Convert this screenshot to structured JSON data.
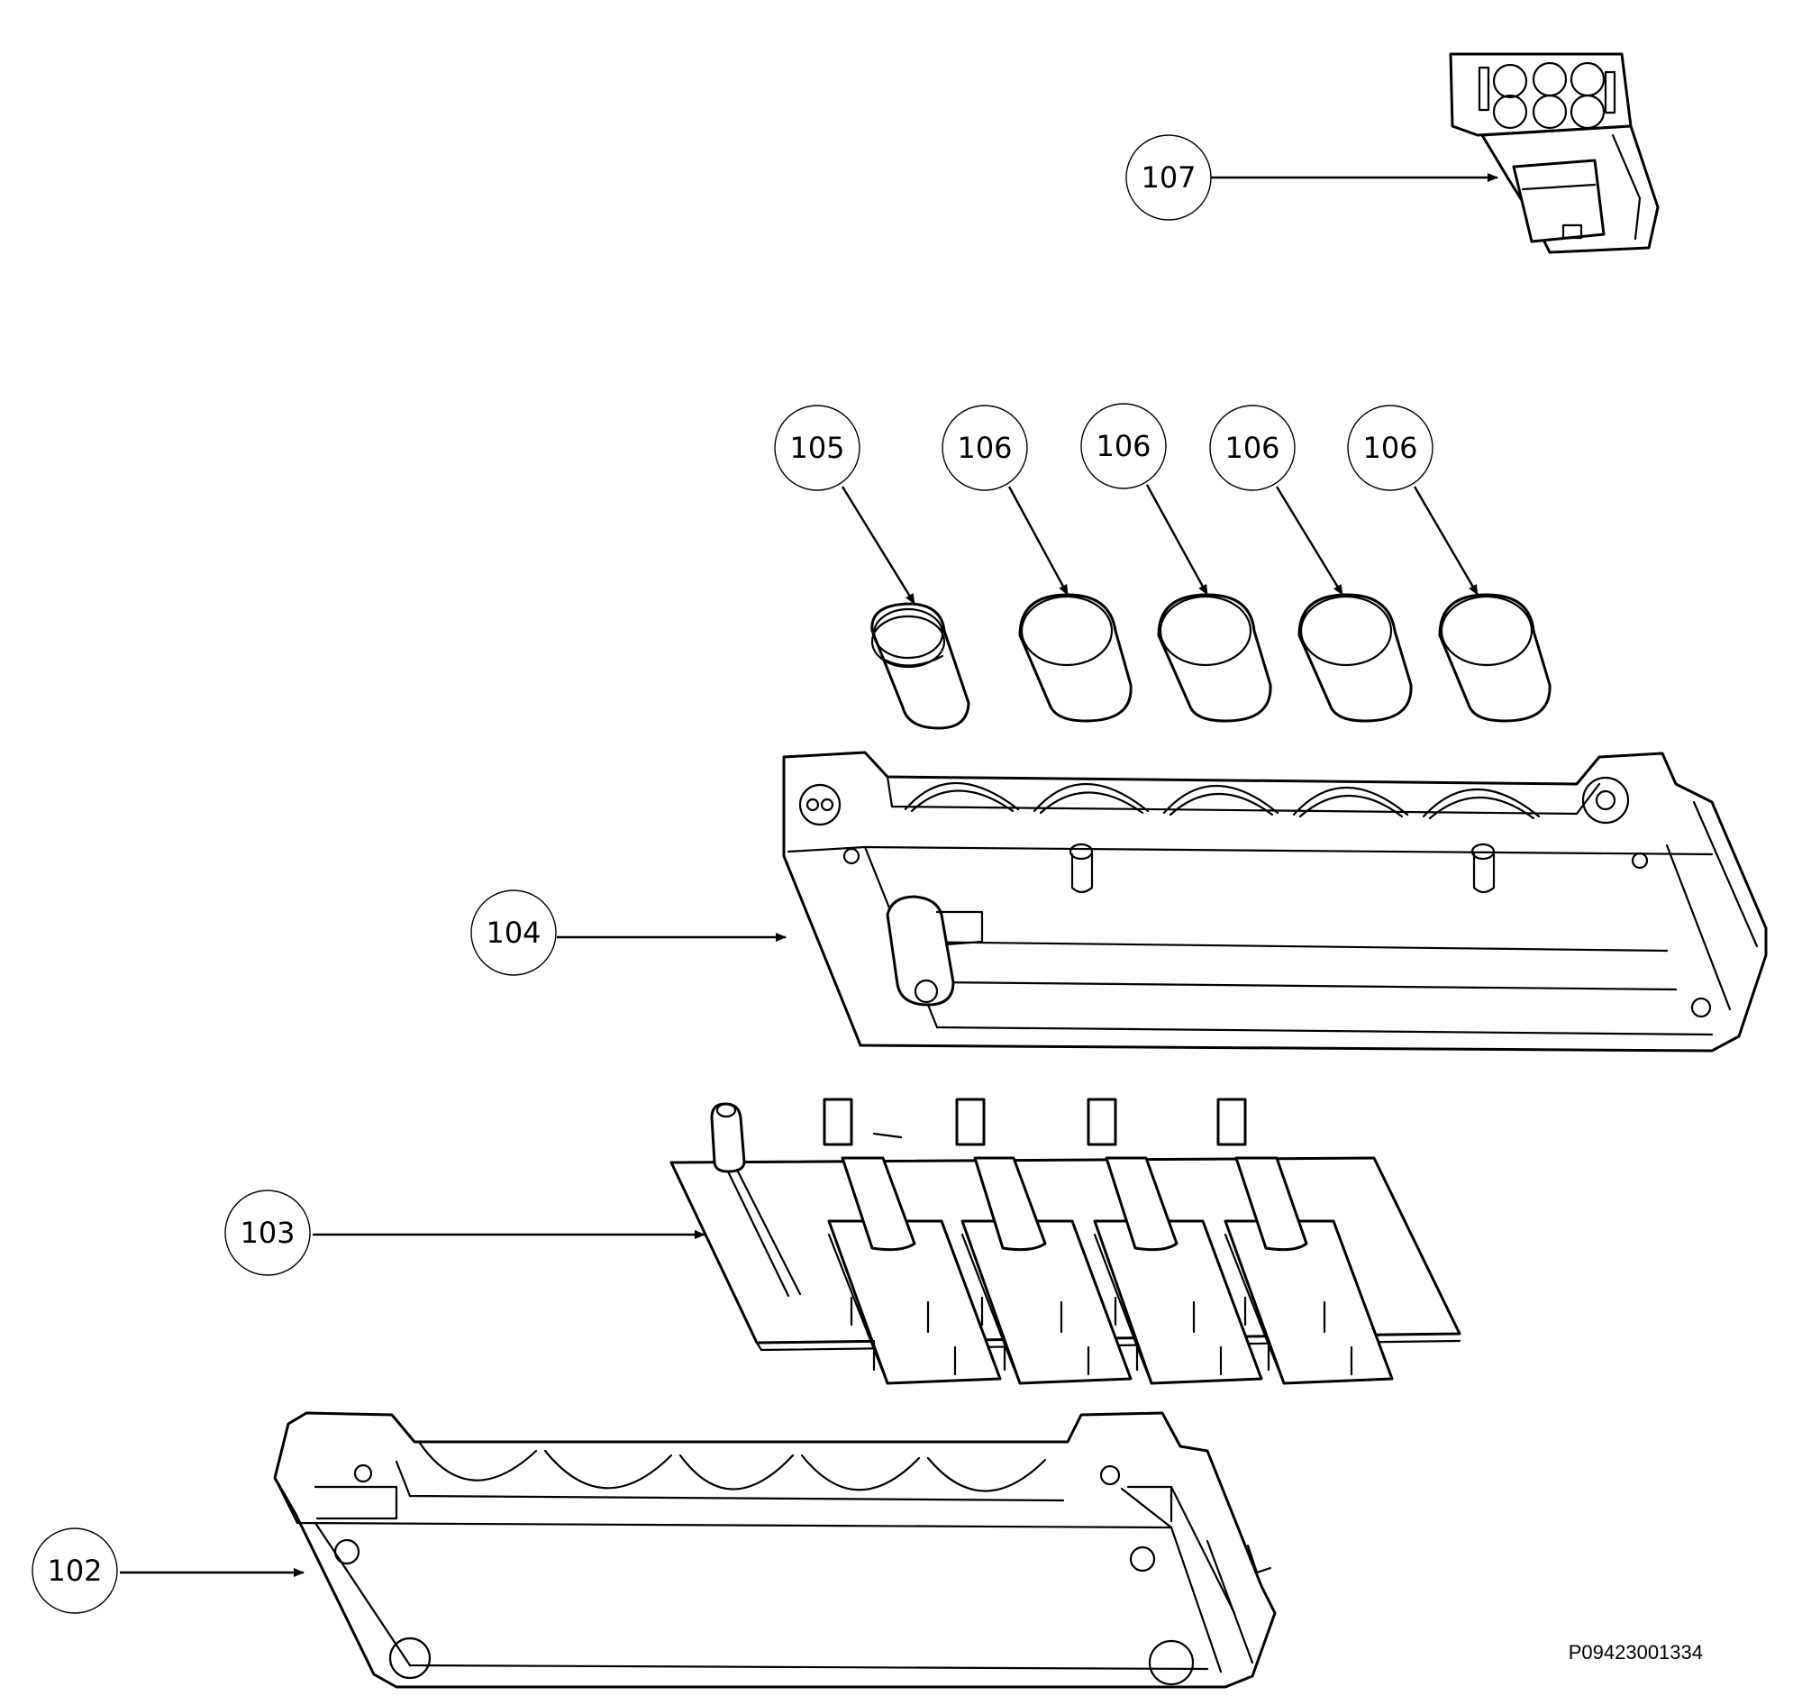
{
  "callouts": [
    {
      "id": "c107",
      "label": "107"
    },
    {
      "id": "c105",
      "label": "105"
    },
    {
      "id": "c106a",
      "label": "106"
    },
    {
      "id": "c106b",
      "label": "106"
    },
    {
      "id": "c106c",
      "label": "106"
    },
    {
      "id": "c106d",
      "label": "106"
    },
    {
      "id": "c104",
      "label": "104"
    },
    {
      "id": "c103",
      "label": "103"
    },
    {
      "id": "c102",
      "label": "102"
    }
  ],
  "drawing_number": "P09423001334",
  "colors": {
    "ink": "#000000",
    "paper": "#ffffff"
  }
}
